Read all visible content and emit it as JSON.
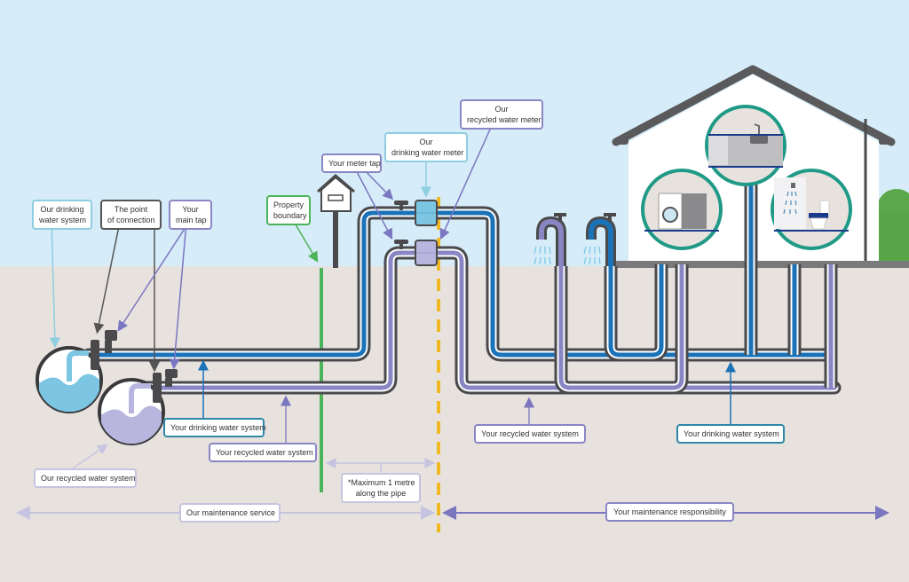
{
  "diagram": {
    "colors": {
      "sky": "#d6ecf8",
      "ground": "#e8e2de",
      "pipe_casing": "#4a4a4c",
      "drinking_water": "#1a72b8",
      "recycled_water": "#8a86c4",
      "drinking_reservoir": "#7cc6e4",
      "recycled_reservoir": "#b8b6de",
      "property_boundary": "#4db35a",
      "meter_line": "#f2b824",
      "house_circle": "#1f9a86"
    },
    "labels": {
      "our_drinking_water_system": "Our drinking water system",
      "point_of_connection": "The point of connection",
      "your_main_tap": "Your main tap",
      "property_boundary": "Property boundary",
      "your_meter_tap": "Your meter tap",
      "our_drinking_water_meter_line1": "Our",
      "our_drinking_water_meter_line2": "drinking water meter",
      "our_recycled_water_meter_line1": "Our",
      "our_recycled_water_meter_line2": "recycled water meter",
      "your_drinking_water_system_left": "Your drinking water system",
      "your_recycled_water_system_left": "Your recycled water system",
      "our_recycled_water_system": "Our recycled water system",
      "maximum_1_metre_line1": "*Maximum 1 metre",
      "maximum_1_metre_line2": "along the pipe",
      "your_recycled_water_system_right": "Your recycled water system",
      "your_drinking_water_system_right": "Your drinking water system",
      "our_maintenance_service": "Our maintenance service",
      "your_maintenance_responsibility": "Your maintenance responsibility"
    },
    "label_lines": {
      "our_drinking_water_system": [
        "Our drinking",
        "water system"
      ],
      "point_of_connection": [
        "The point",
        "of connection"
      ],
      "your_main_tap": [
        "Your",
        "main tap"
      ],
      "property_boundary": [
        "Property",
        "boundary"
      ]
    },
    "icons": [
      "house-icon",
      "letterbox-icon",
      "garden-tap-icon",
      "washing-machine-icon",
      "kitchen-sink-icon",
      "shower-icon",
      "toilet-icon",
      "water-meter-icon",
      "bush-icon"
    ]
  }
}
